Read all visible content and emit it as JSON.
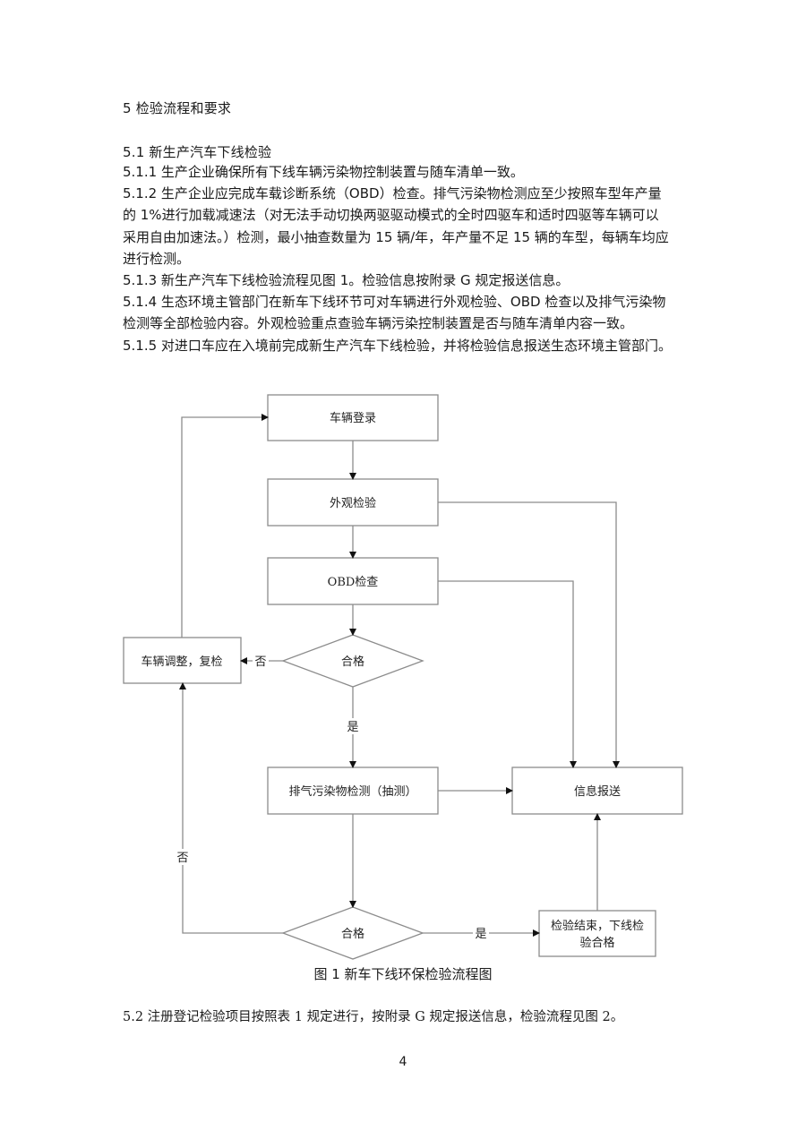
{
  "section": {
    "heading": "5  检验流程和要求",
    "subheading": "5.1  新生产汽车下线检验",
    "paragraphs": [
      "5.1.1 生产企业确保所有下线车辆污染物控制装置与随车清单一致。",
      "5.1.2  生产企业应完成车载诊断系统（OBD）检查。排气污染物检测应至少按照车型年产量",
      "的 1%进行加载减速法（对无法手动切换两驱驱动模式的全时四驱车和适时四驱等车辆可以",
      "采用自由加速法。）检测，最小抽查数量为 15 辆/年，年产量不足 15 辆的车型，每辆车均应",
      "进行检测。",
      "5.1.3 新生产汽车下线检验流程见图 1。检验信息按附录 G 规定报送信息。",
      "5.1.4 生态环境主管部门在新车下线环节可对车辆进行外观检验、OBD 检查以及排气污染物",
      "检测等全部检验内容。外观检验重点查验车辆污染控制装置是否与随车清单内容一致。",
      "5.1.5  对进口车应在入境前完成新生产汽车下线检验，并将检验信息报送生态环境主管部门。"
    ]
  },
  "flowchart": {
    "nodes": {
      "register": "车辆登录",
      "visual": "外观检验",
      "obd": "OBD检查",
      "decision1": "合格",
      "adjust": "车辆调整，复检",
      "exhaust": "排气污染物检测（抽测）",
      "report": "信息报送",
      "decision2": "合格",
      "end_line1": "检验结束，下线检",
      "end_line2": "验合格"
    },
    "edge_labels": {
      "d1_no": "否",
      "d1_yes": "是",
      "d2_no": "否",
      "d2_yes": "是"
    },
    "line_color": "#8c8c8c",
    "arrow_color": "#111111"
  },
  "caption": "图 1  新车下线环保检验流程图",
  "section_5_2": "5.2  注册登记检验项目按照表 1 规定进行，按附录 G 规定报送信息，检验流程见图 2。",
  "page_number": "4"
}
